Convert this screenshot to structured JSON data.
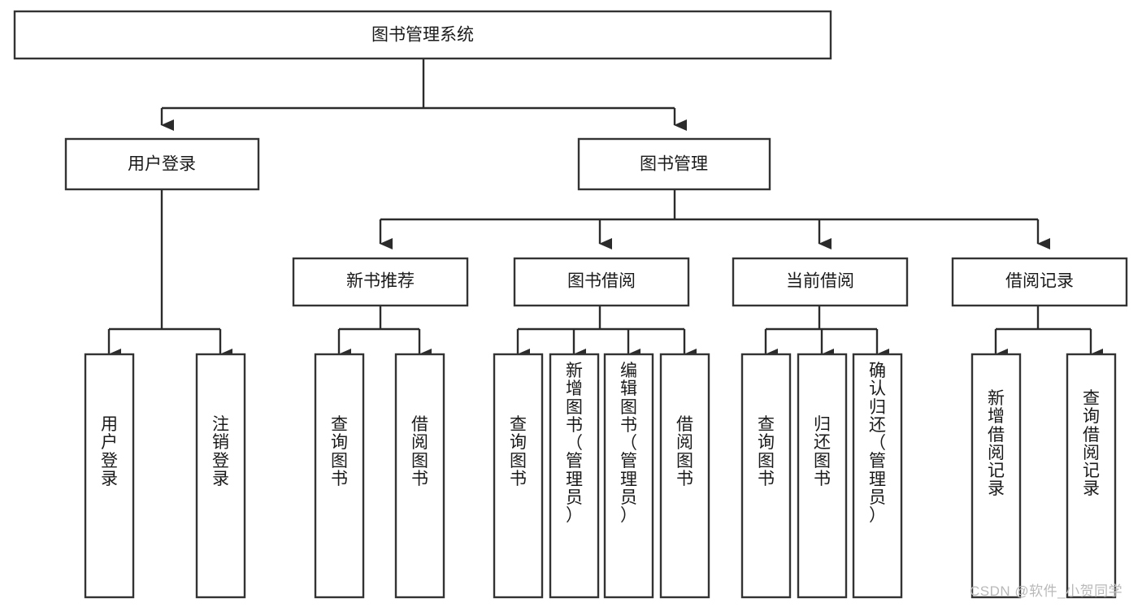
{
  "diagram": {
    "title": "图书管理系统",
    "type": "hierarchy-tree",
    "watermark": "CSDN @软件_小贺同学",
    "colors": {
      "box_fill": "#ffffff",
      "box_stroke": "#333333",
      "connector": "#2b2b2b",
      "text": "#1a1a1a",
      "watermark": "#b9b9b9",
      "background": "#ffffff"
    },
    "root": {
      "label": "图书管理系统",
      "level": 0
    },
    "level1": [
      {
        "label": "用户登录"
      },
      {
        "label": "图书管理"
      }
    ],
    "level2": [
      {
        "label": "新书推荐",
        "parent": "图书管理"
      },
      {
        "label": "图书借阅",
        "parent": "图书管理"
      },
      {
        "label": "当前借阅",
        "parent": "图书管理"
      },
      {
        "label": "借阅记录",
        "parent": "图书管理"
      }
    ],
    "groups": [
      {
        "parent": "用户登录",
        "leaves": [
          {
            "label": "用户登录",
            "chars": [
              "用",
              "户",
              "登",
              "录"
            ]
          },
          {
            "label": "注销登录",
            "chars": [
              "注",
              "销",
              "登",
              "录"
            ]
          }
        ]
      },
      {
        "parent": "新书推荐",
        "leaves": [
          {
            "label": "查询图书",
            "chars": [
              "查",
              "询",
              "图",
              "书"
            ]
          },
          {
            "label": "借阅图书",
            "chars": [
              "借",
              "阅",
              "图",
              "书"
            ]
          }
        ]
      },
      {
        "parent": "图书借阅",
        "leaves": [
          {
            "label": "查询图书",
            "chars": [
              "查",
              "询",
              "图",
              "书"
            ]
          },
          {
            "label": "新增图书（管理员）",
            "chars": [
              "新",
              "增",
              "图",
              "书",
              "（",
              "管",
              "理",
              "员",
              "）"
            ]
          },
          {
            "label": "编辑图书（管理员）",
            "chars": [
              "编",
              "辑",
              "图",
              "书",
              "（",
              "管",
              "理",
              "员",
              "）"
            ]
          },
          {
            "label": "借阅图书",
            "chars": [
              "借",
              "阅",
              "图",
              "书"
            ]
          }
        ]
      },
      {
        "parent": "当前借阅",
        "leaves": [
          {
            "label": "查询图书",
            "chars": [
              "查",
              "询",
              "图",
              "书"
            ]
          },
          {
            "label": "归还图书",
            "chars": [
              "归",
              "还",
              "图",
              "书"
            ]
          },
          {
            "label": "确认归还（管理员）",
            "chars": [
              "确",
              "认",
              "归",
              "还",
              "（",
              "管",
              "理",
              "员",
              "）"
            ]
          }
        ]
      },
      {
        "parent": "借阅记录",
        "leaves": [
          {
            "label": "新增借阅记录",
            "chars": [
              "新",
              "增",
              "借",
              "阅",
              "记",
              "录"
            ]
          },
          {
            "label": "查询借阅记录",
            "chars": [
              "查",
              "询",
              "借",
              "阅",
              "记",
              "录"
            ]
          }
        ]
      }
    ]
  }
}
